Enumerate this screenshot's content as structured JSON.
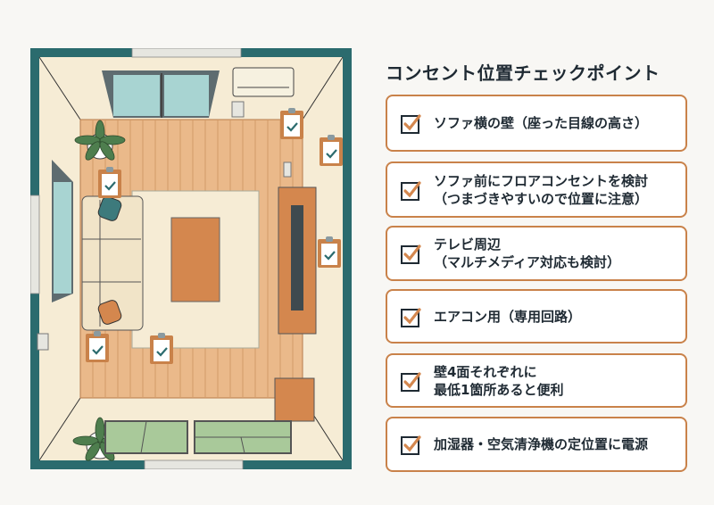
{
  "title": "コンセント位置チェックポイント",
  "colors": {
    "wall": "#2b6b6e",
    "floor": "#eab98a",
    "rug": "#f6ecd5",
    "accent_orange": "#d4874e",
    "card_border": "#c9824a",
    "check": "#d4874e",
    "text": "#1f2a33"
  },
  "checklist": [
    {
      "lines": [
        "ソファ横の壁（座った目線の高さ）"
      ]
    },
    {
      "lines": [
        "ソファ前にフロアコンセントを検討",
        "（つまづきやすいので位置に注意）"
      ]
    },
    {
      "lines": [
        "テレビ周辺",
        "（マルチメディア対応も検討）"
      ]
    },
    {
      "lines": [
        "エアコン用（専用回路）"
      ]
    },
    {
      "lines": [
        "壁4面それぞれに",
        "最低1箇所あると便利"
      ]
    },
    {
      "lines": [
        "加湿器・空気清浄機の定位置に電源"
      ]
    }
  ],
  "floor_plan": {
    "icons": [
      "window-icon",
      "air-conditioner-icon",
      "plant-icon",
      "sofa-icon",
      "coffee-table-icon",
      "tv-stand-icon",
      "tv-icon",
      "outlet-icon",
      "clipboard-check-icon",
      "side-table-icon",
      "tatami-mat-icon",
      "door-icon"
    ]
  }
}
